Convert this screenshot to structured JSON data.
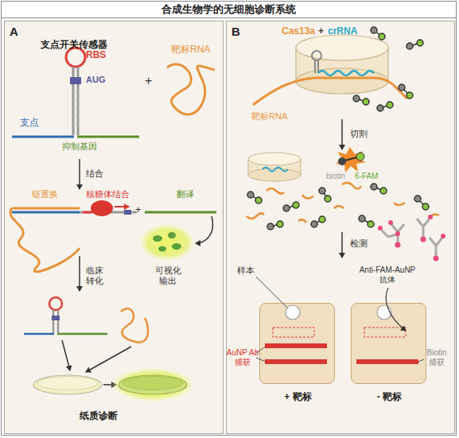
{
  "diagram": {
    "title": "合成生物学的无细胞诊断系统",
    "nodes": [
      {
        "text": [
          "A",
          "支点开关传感器"
        ]
      },
      {
        "text": [
          "B"
        ]
      },
      {
        "text": [
          "+ 靶标"
        ],
        "in": 1
      },
      {
        "text": [
          "- 靶标"
        ],
        "in": 1
      }
    ],
    "labels": [
      "RBS",
      "AUG",
      "支点",
      "抑制基因",
      "+",
      "靶标RNA",
      "结合",
      "链置换",
      "核糖体结合",
      "+",
      "翻译",
      "可视化 输出",
      "临床 转化",
      "纸质诊断",
      "Cas13a",
      "+",
      "crRNA",
      "靶标RNA",
      "切割",
      "biotin",
      "6-FAM",
      "检测",
      "样本",
      "Anti-FAM-AuNP 抗体",
      "AuNP Ab 捕获",
      "Biotin 捕获"
    ]
  }
}
